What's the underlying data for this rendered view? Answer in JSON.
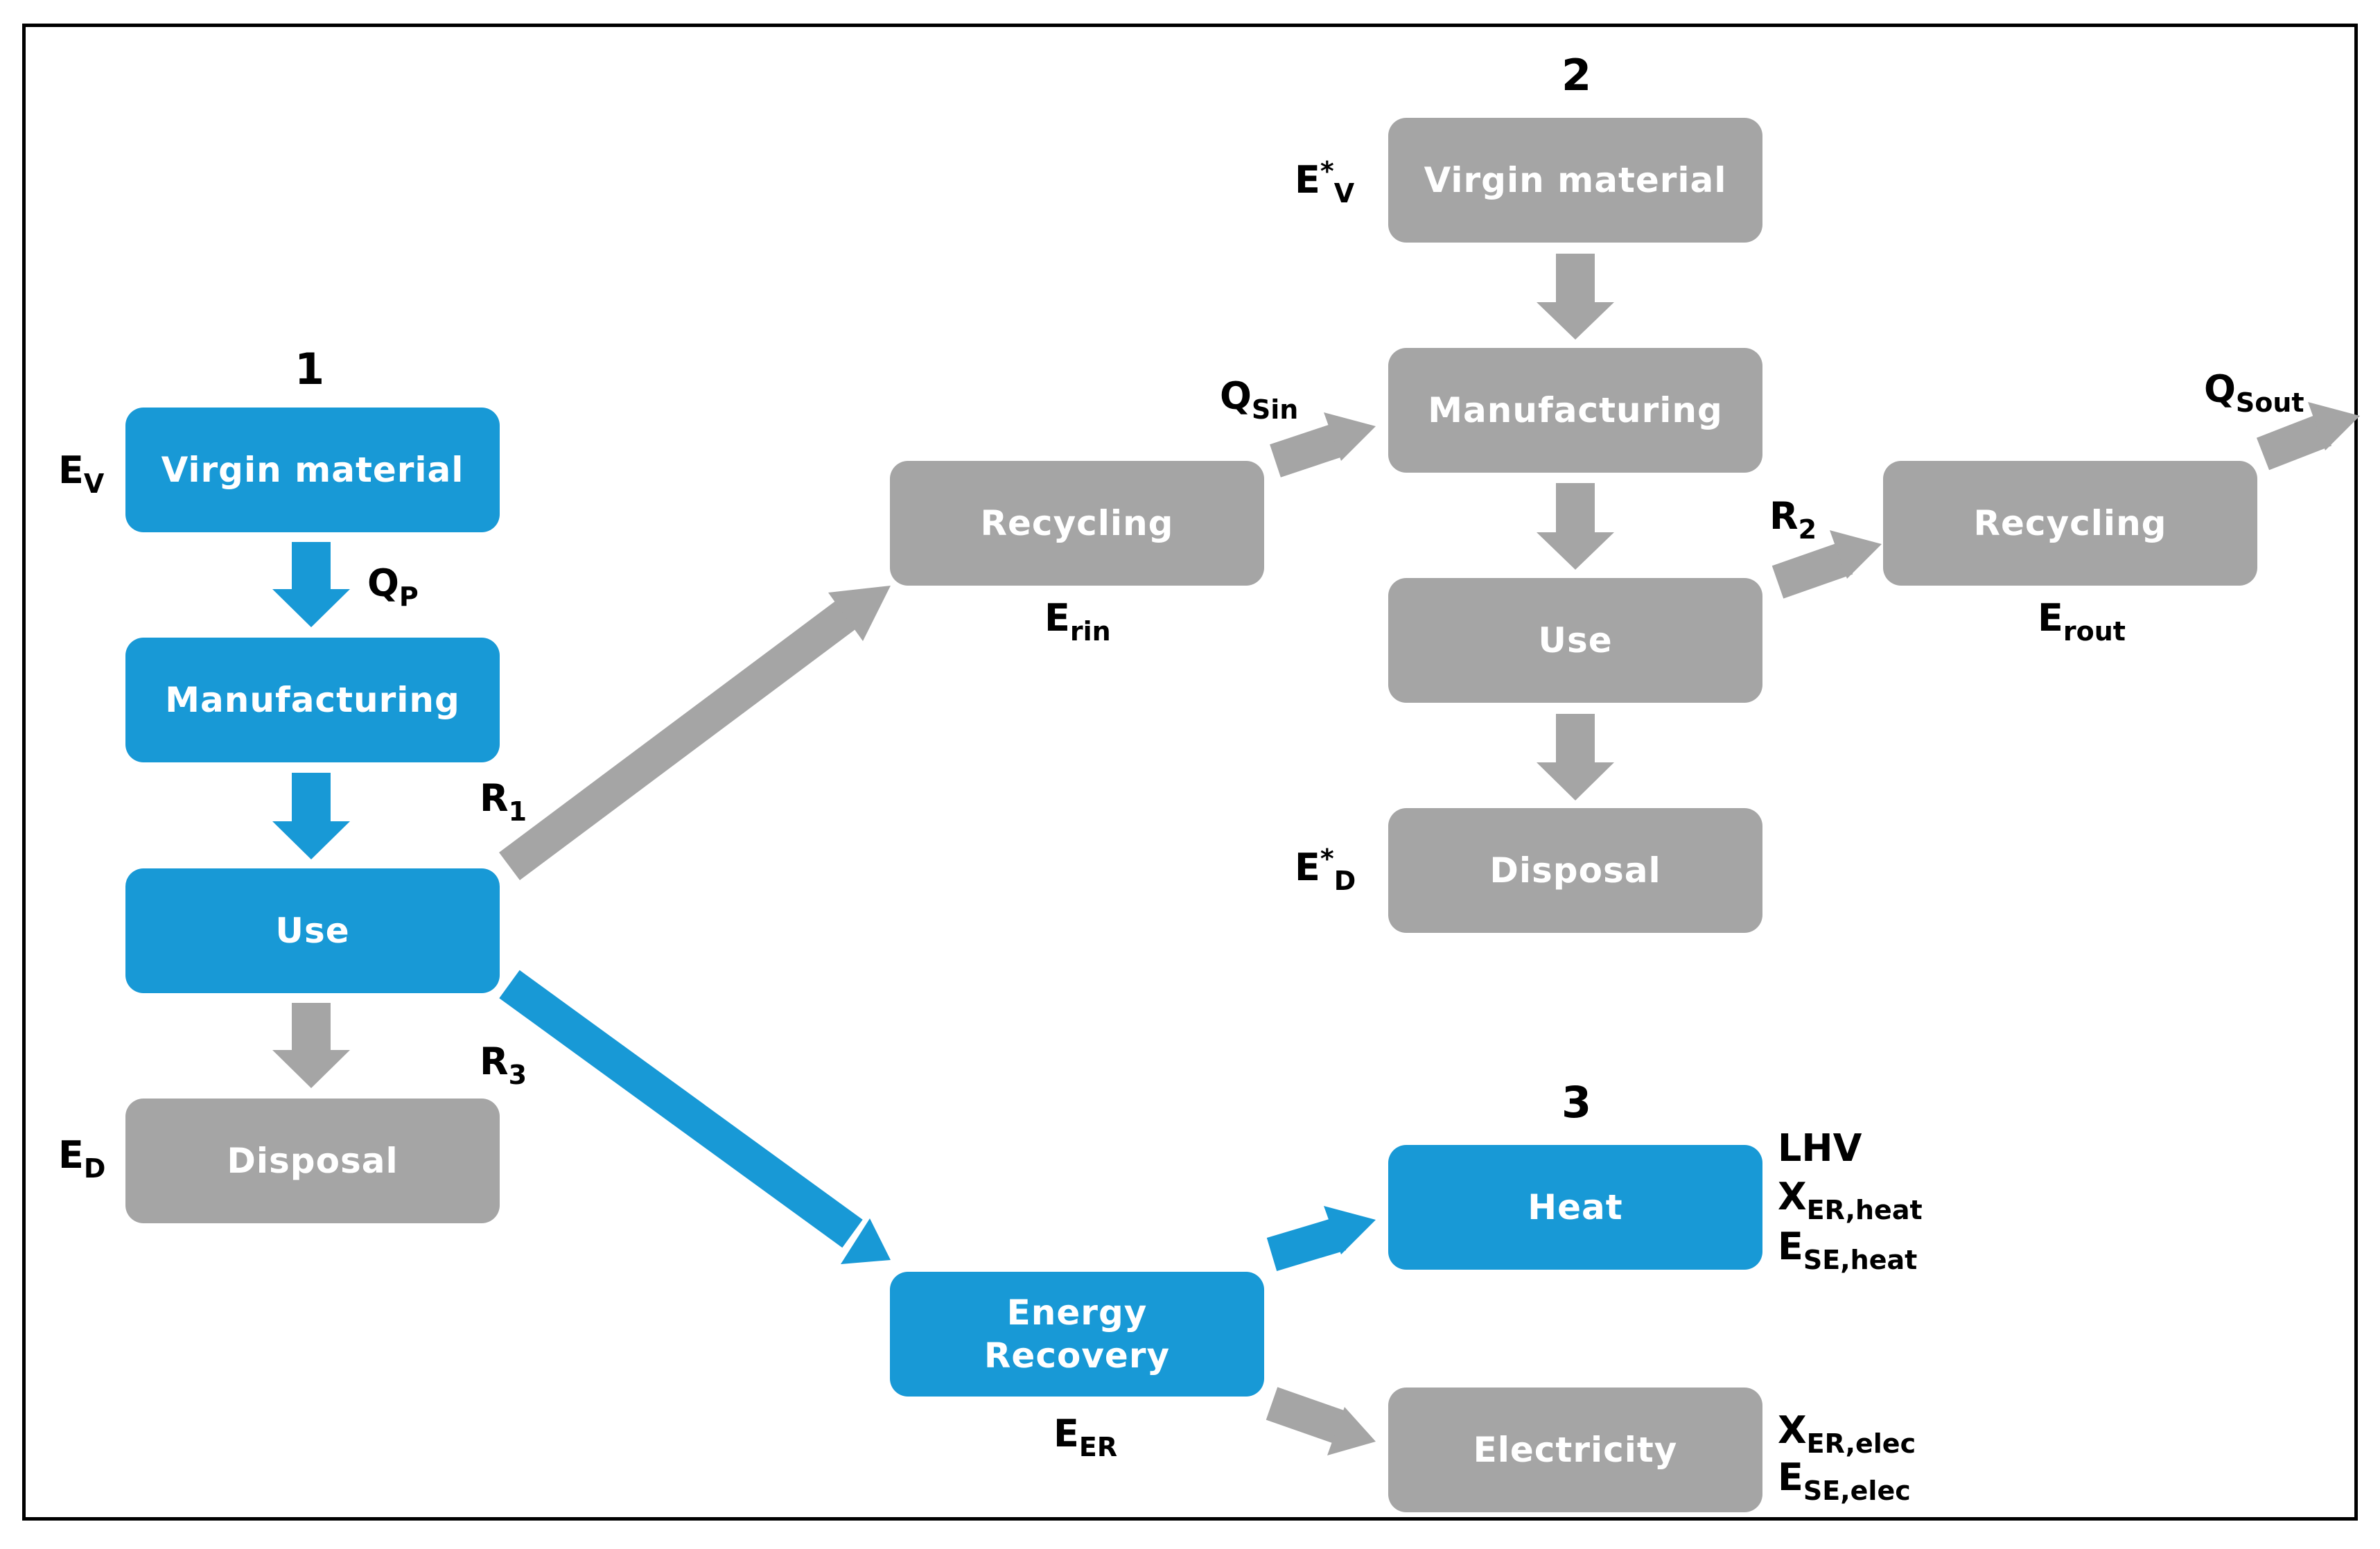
{
  "stage_numbers": [
    "1",
    "2",
    "3"
  ],
  "boxes": {
    "s1_virgin": "Virgin material",
    "s1_manufacturing": "Manufacturing",
    "s1_use": "Use",
    "s1_disposal": "Disposal",
    "recycling_in": "Recycling",
    "energy_recovery": "Energy\nRecovery",
    "s2_virgin": "Virgin material",
    "s2_manufacturing": "Manufacturing",
    "s2_use": "Use",
    "s2_disposal": "Disposal",
    "recycling_out": "Recycling",
    "heat": "Heat",
    "electricity": "Electricity"
  },
  "labels": {
    "ev": {
      "base": "E",
      "sub": "V"
    },
    "qp": {
      "base": "Q",
      "sub": "P"
    },
    "ed": {
      "base": "E",
      "sub": "D"
    },
    "r1": {
      "base": "R",
      "sub": "1"
    },
    "r3": {
      "base": "R",
      "sub": "3"
    },
    "erin": {
      "base": "E",
      "sub": "rin"
    },
    "eer": {
      "base": "E",
      "sub": "ER"
    },
    "qsin": {
      "base": "Q",
      "sub": "Sin"
    },
    "ev_star": {
      "base": "E",
      "sup": "*",
      "sub": "V"
    },
    "ed_star": {
      "base": "E",
      "sup": "*",
      "sub": "D"
    },
    "r2": {
      "base": "R",
      "sub": "2"
    },
    "erout": {
      "base": "E",
      "sub": "rout"
    },
    "qsout": {
      "base": "Q",
      "sub": "Sout"
    },
    "lhv": {
      "base": "LHV"
    },
    "x_er_heat": {
      "base": "X",
      "sub": "ER,heat"
    },
    "e_se_heat": {
      "base": "E",
      "sub": "SE,heat"
    },
    "x_er_elec": {
      "base": "X",
      "sub": "ER,elec"
    },
    "e_se_elec": {
      "base": "E",
      "sub": "SE,elec"
    }
  },
  "colors": {
    "blue": "#1899d6",
    "gray": "#a5a5a5",
    "text": "#000000"
  }
}
